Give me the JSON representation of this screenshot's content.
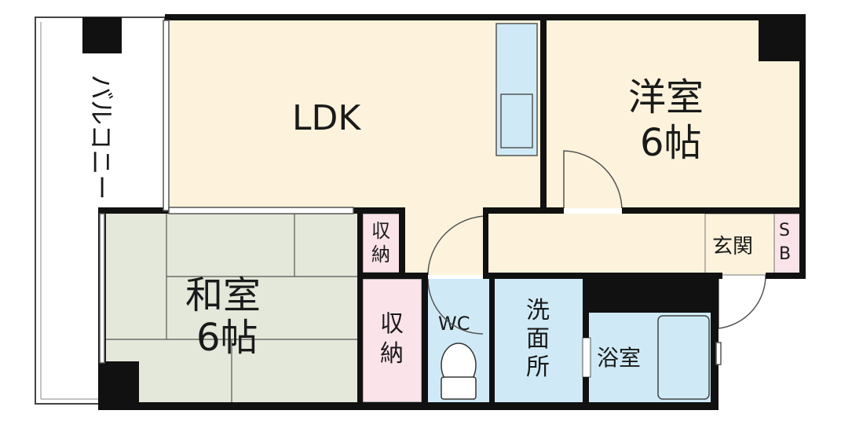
{
  "rooms": {
    "balcony": "バルコニー",
    "ldk": "LDK",
    "western_room_name": "洋室",
    "western_room_size": "6帖",
    "japanese_room_name": "和室",
    "japanese_room_size": "6帖",
    "closet_small": "収納",
    "closet_large": "収納",
    "wc": "WC",
    "washroom": "洗面所",
    "entrance": "玄関",
    "shoe_box": "SB",
    "bathroom": "浴室"
  },
  "colors": {
    "wall": "#111111",
    "ldk_floor": "#fdf3dc",
    "tatami": "#e3e8da",
    "water_area": "#cfeaf6",
    "closet": "#fbe3ea",
    "entrance": "#fdf3dc",
    "balcony": "#ffffff"
  }
}
